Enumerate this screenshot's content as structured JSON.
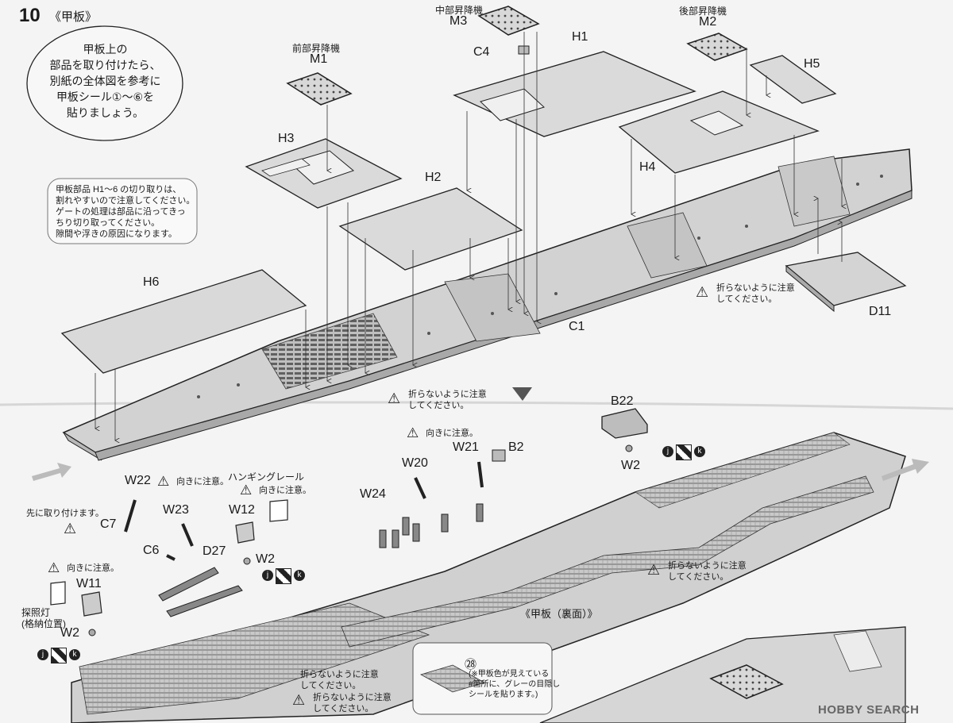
{
  "step": {
    "number": "10",
    "title": "《甲板》"
  },
  "bubble": {
    "lines": [
      "甲板上の",
      "部品を取り付けたら、",
      "別紙の全体図を参考に",
      "甲板シール①〜⑥を",
      "貼りましょう。"
    ]
  },
  "note_box": {
    "lines": [
      "甲板部品 H1〜6 の切り取りは、",
      "割れやすいので注意してください。",
      "ゲートの処理は部品に沿ってきっ",
      "ちり切り取ってください。",
      "隙間や浮きの原因になります。"
    ]
  },
  "elevators": {
    "front": {
      "caption": "前部昇降機",
      "part": "M1"
    },
    "middle": {
      "caption": "中部昇降機",
      "part": "M3"
    },
    "rear": {
      "caption": "後部昇降機",
      "part": "M2"
    }
  },
  "parts_top": [
    "H1",
    "H2",
    "H3",
    "H4",
    "H5",
    "H6",
    "C4",
    "C1",
    "D11"
  ],
  "warnings": {
    "fold": "折らないように注意",
    "fold_sub": "してください。",
    "direction": "向きに注意。",
    "direction_dot": "向きに注意。",
    "attach_first": "先に取り付けます。"
  },
  "parts_bottom": [
    "B22",
    "B2",
    "W2",
    "W20",
    "W21",
    "W22",
    "W23",
    "W24",
    "W12",
    "D27",
    "C7",
    "C6",
    "W11"
  ],
  "labels": {
    "hanging_rail": "ハンギングレール",
    "searchlight": "探照灯",
    "stowed": "(格納位置)",
    "underside": "《甲板（裏面）》"
  },
  "decal": {
    "number": "㉘",
    "lines": [
      "(※甲板色が見えている",
      "#箇所に、グレーの目隠し",
      "シールを貼ります。)"
    ]
  },
  "paint_codes": [
    "j",
    "k"
  ],
  "watermark": "HOBBY SEARCH"
}
